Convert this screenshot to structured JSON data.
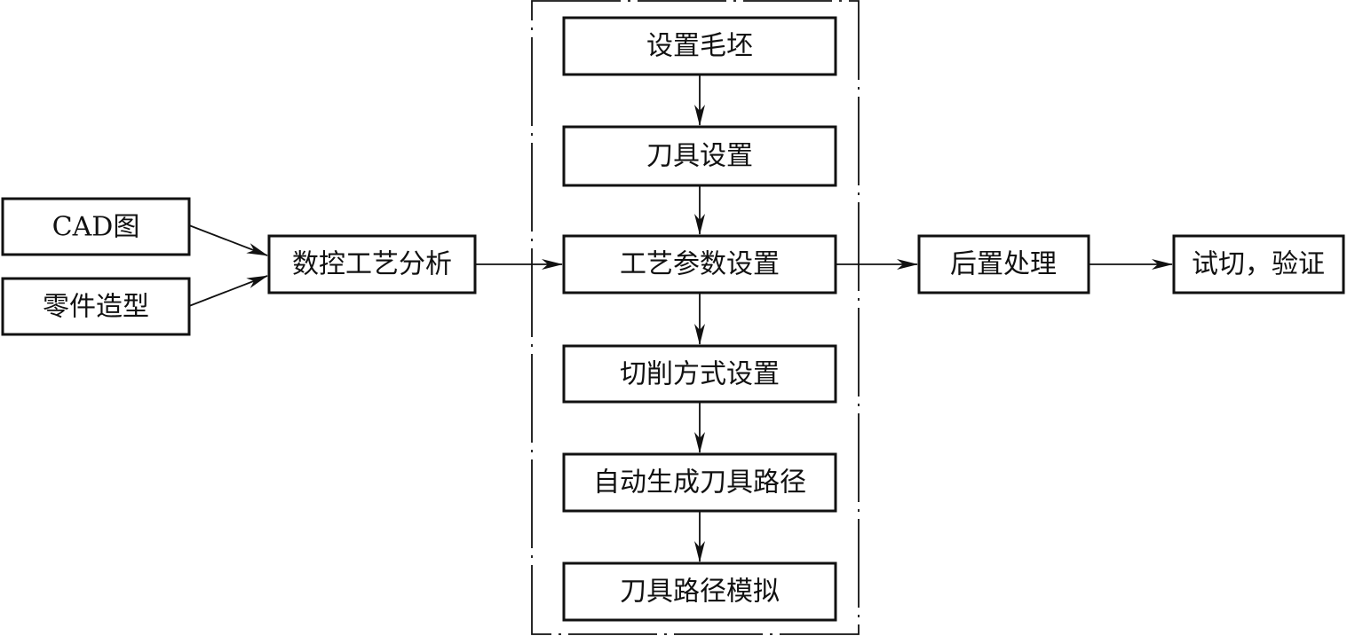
{
  "boxes": {
    "cad": "CAD图",
    "part_model": "零件造型",
    "cnc_analysis": "数控工艺分析",
    "blank_setup": "设置毛坯",
    "tool_setup": "刀具设置",
    "process_params": "工艺参数设置",
    "cutting_mode": "切削方式设置",
    "auto_toolpath": "自动生成刀具路径",
    "toolpath_sim": "刀具路径模拟",
    "post_processing": "后置处理",
    "trial_cut": "试切，验证"
  },
  "colors": {
    "line": "#111111",
    "background": "#ffffff"
  }
}
